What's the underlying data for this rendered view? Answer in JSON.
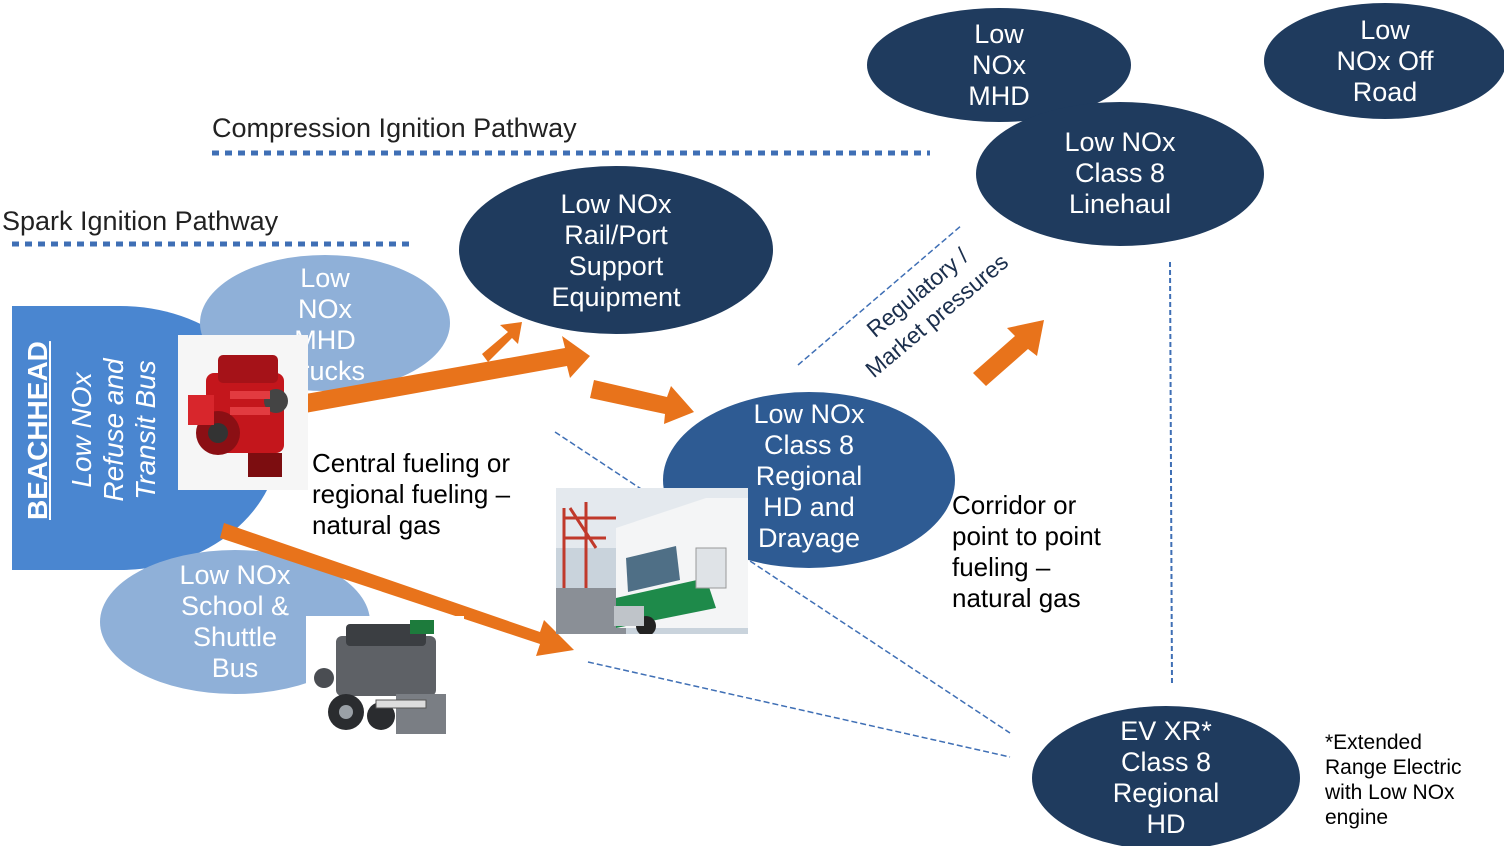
{
  "colors": {
    "dark_node": "#1f3b5e",
    "mid_node": "#2e5b93",
    "light_node": "#8fb0d8",
    "beachhead": "#4a86d0",
    "arrow": "#e8731b",
    "dotted": "#3f6fb5"
  },
  "pathways": {
    "compression": "Compression Ignition Pathway",
    "spark": "Spark Ignition Pathway"
  },
  "beachhead": {
    "title": "BEACHHEAD",
    "subtitle": "Low NOx\nRefuse and\nTransit Bus"
  },
  "nodes": {
    "low_nox_mhd_top": "Low\nNOx\nMHD",
    "low_nox_off_road": "Low\nNOx Off\nRoad",
    "low_nox_class8_linehaul": "Low NOx\nClass 8\nLinehaul",
    "low_nox_rail_port": "Low NOx\nRail/Port\nSupport\nEquipment",
    "low_nox_mhd_trucks": "Low\nNOx\nMHD\nTrucks",
    "low_nox_class8_regional": "Low NOx\nClass 8\nRegional\nHD and\nDrayage",
    "low_nox_school_shuttle": "Low NOx\nSchool &\nShuttle\nBus",
    "ev_xr_class8": "EV XR*\nClass 8\nRegional\nHD"
  },
  "labels": {
    "central_fueling": "Central fueling or\nregional fueling –\nnatural gas",
    "corridor_fueling": "Corridor or\npoint to point\nfueling –\nnatural gas",
    "regulatory": "Regulatory /\nMarket pressures",
    "footnote": "*Extended\nRange Electric\nwith Low NOx\nengine"
  },
  "images": {
    "engine_red": "red diesel engine",
    "truck_port": "natural gas truck at port",
    "engine_gas": "gasoline V8 engine"
  }
}
